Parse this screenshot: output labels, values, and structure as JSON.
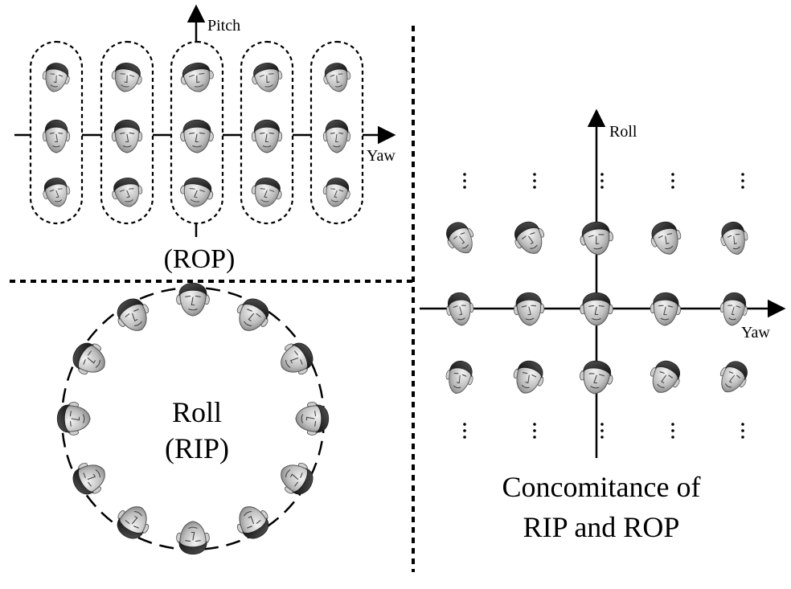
{
  "labels": {
    "pitch_axis": "Pitch",
    "rop_yaw_axis": "Yaw",
    "rop_caption": "(ROP)",
    "roll_axis": "Roll",
    "combo_yaw_axis": "Yaw",
    "rip_line1": "Roll",
    "rip_line2": "(RIP)",
    "combo_caption_line1": "Concomitance of",
    "combo_caption_line2": "RIP and ROP"
  },
  "rop_grid": {
    "columns": 5,
    "rows": 3
  },
  "rip_ring": {
    "heads": 12
  },
  "combo_grid": {
    "columns": 5,
    "rows": 3
  }
}
